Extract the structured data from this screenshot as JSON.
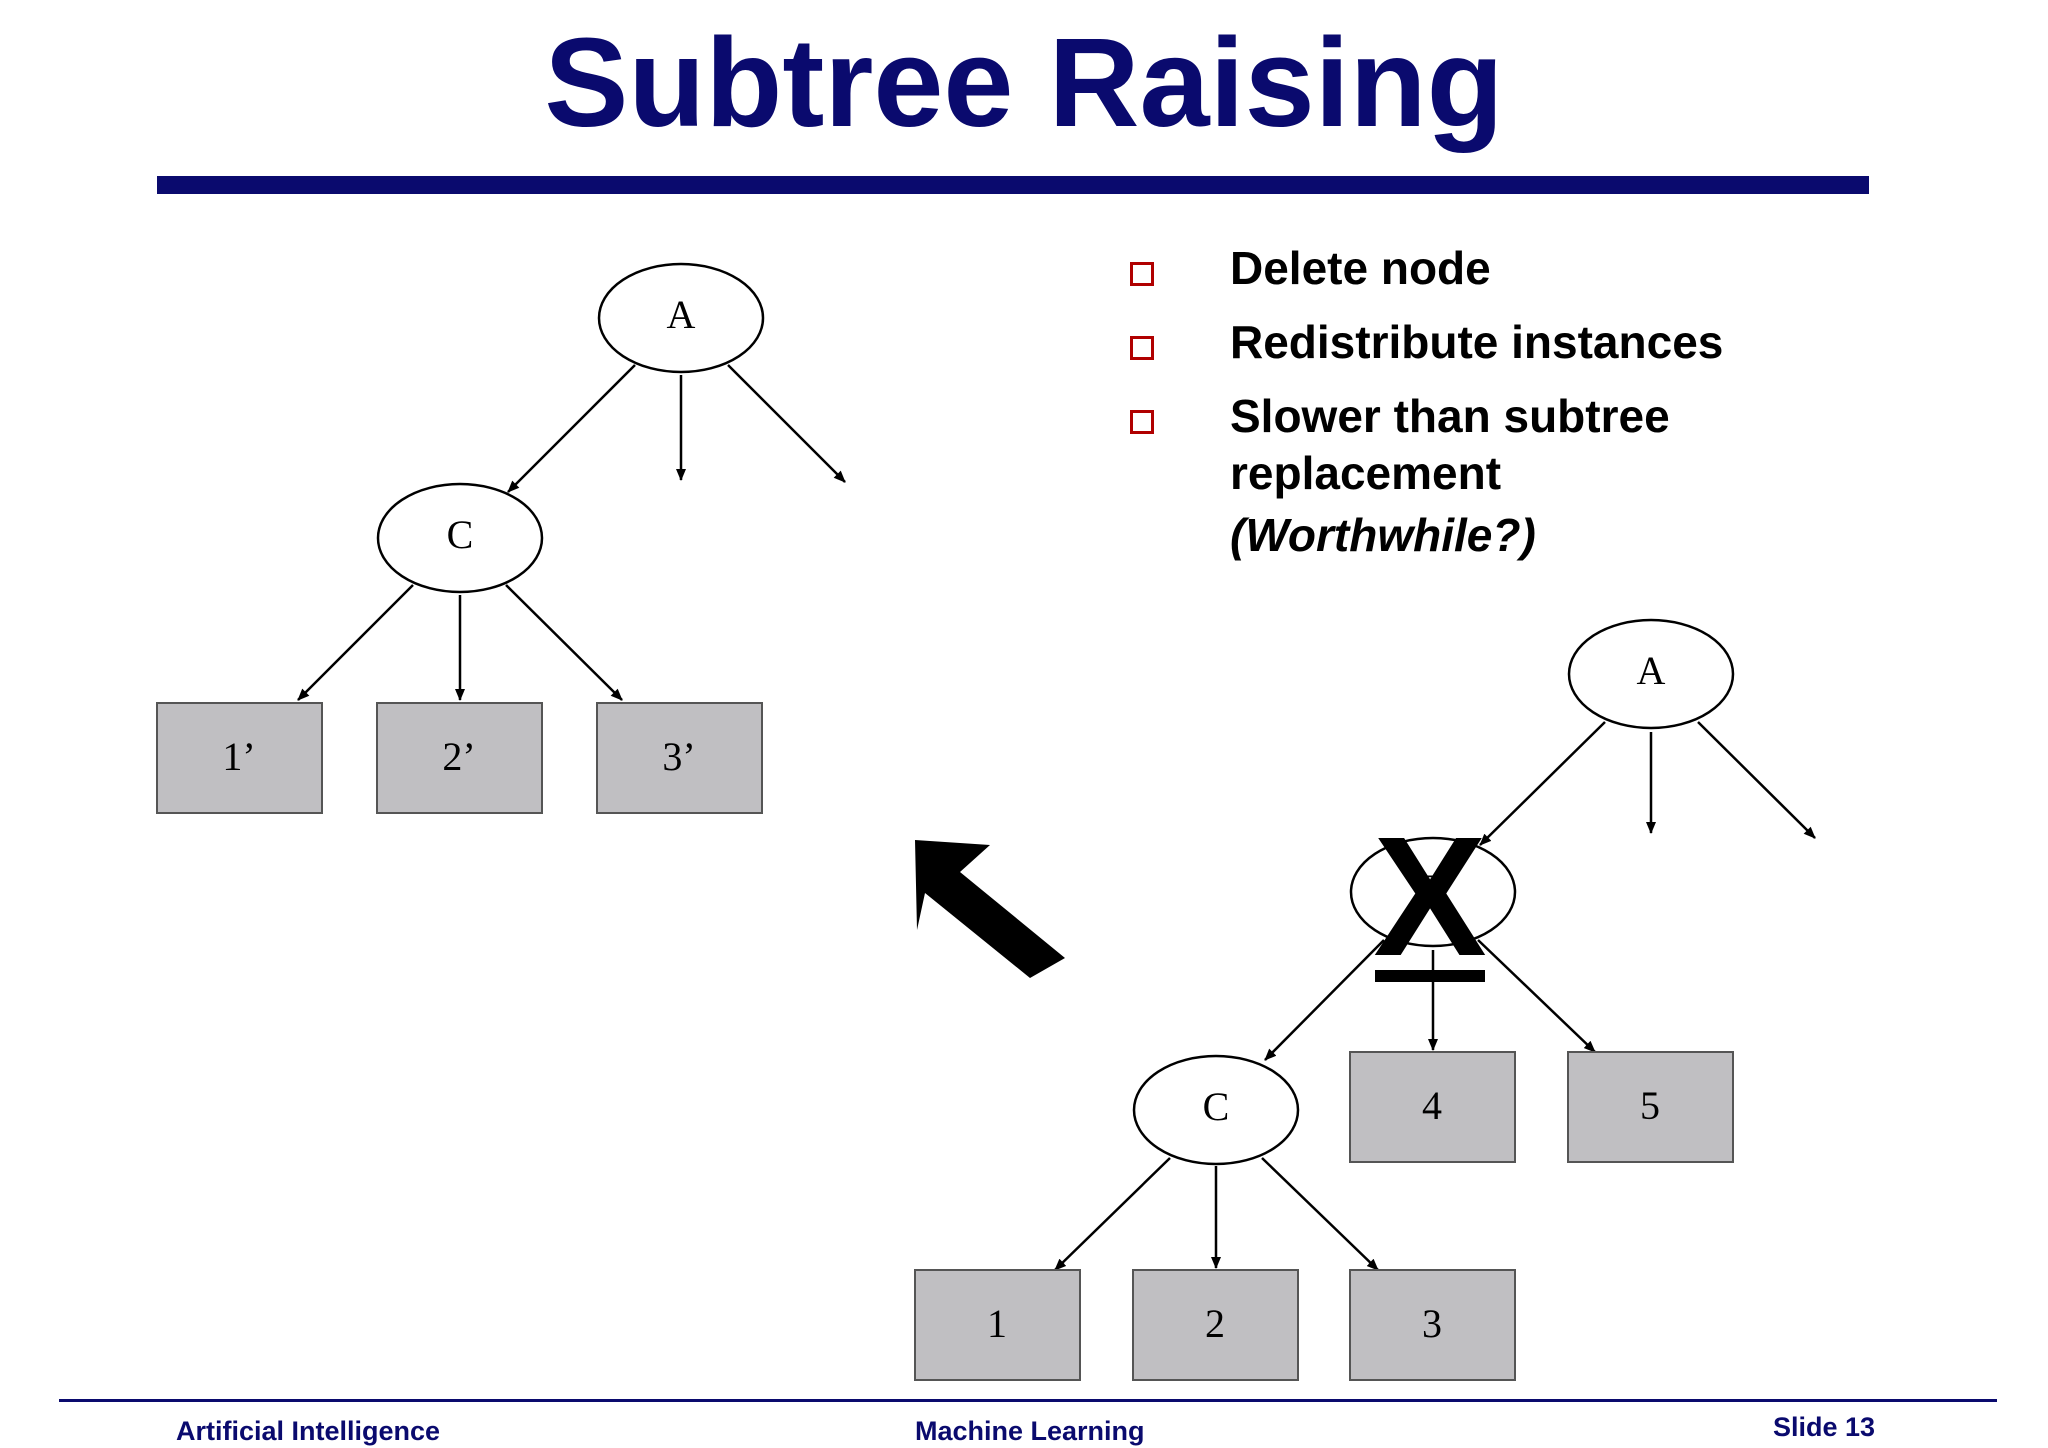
{
  "slide": {
    "title": "Subtree Raising",
    "bullets": [
      "Delete node",
      "Redistribute instances",
      "Slower than subtree replacement"
    ],
    "note": "(Worthwhile?)"
  },
  "after_tree": {
    "root": "A",
    "child": "C",
    "leaves": [
      "1’",
      "2’",
      "3’"
    ]
  },
  "before_tree": {
    "root": "A",
    "deleted_node": "B",
    "deleted_mark": "X",
    "child": "C",
    "c_leaves": [
      "1",
      "2",
      "3"
    ],
    "b_leaves": [
      "4",
      "5"
    ]
  },
  "footer": {
    "left": "Artificial Intelligence",
    "center": "Machine Learning",
    "right": "Slide 13"
  },
  "colors": {
    "title": "#0a0a6e",
    "bullet_box": "#b00000",
    "leaf_fill": "#c0bfc2"
  }
}
